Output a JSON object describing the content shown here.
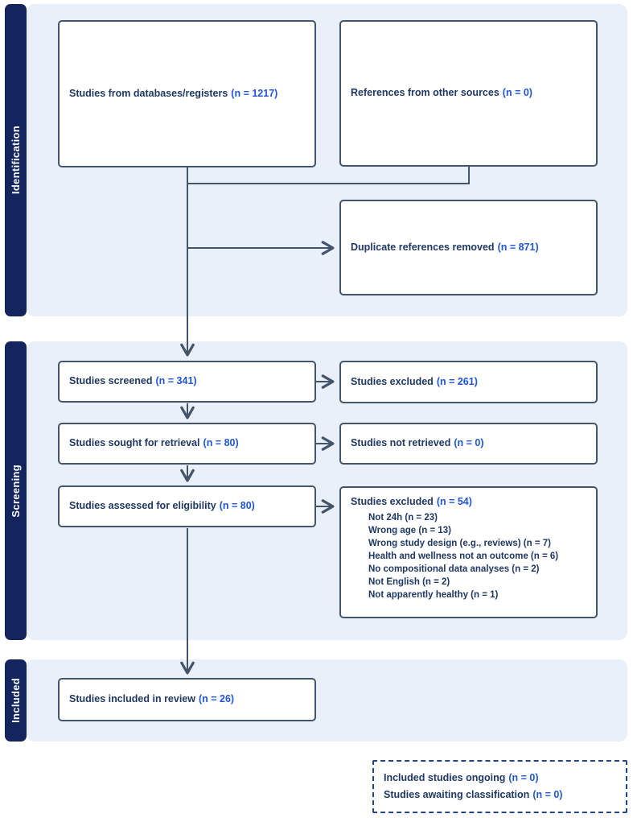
{
  "sections": [
    {
      "label": "Identification"
    },
    {
      "label": "Screening"
    },
    {
      "label": "Included"
    }
  ],
  "boxes": {
    "databases": {
      "label": "Studies from databases/registers",
      "value": "(n = 1217)"
    },
    "other_sources": {
      "label": "References from other sources",
      "value": "(n = 0)"
    },
    "duplicates": {
      "label": "Duplicate references removed",
      "value": "(n = 871)"
    },
    "screened": {
      "label": "Studies screened",
      "value": "(n = 341)"
    },
    "excluded_screened": {
      "label": "Studies excluded",
      "value": "(n = 261)"
    },
    "sought": {
      "label": "Studies sought for retrieval",
      "value": "(n = 80)"
    },
    "not_retrieved": {
      "label": "Studies not retrieved",
      "value": "(n = 0)"
    },
    "assessed": {
      "label": "Studies assessed for eligibility",
      "value": "(n = 80)"
    },
    "excluded_assessed": {
      "label": "Studies excluded",
      "value": "(n = 54)",
      "reasons": [
        "Not 24h (n = 23)",
        "Wrong age (n = 13)",
        "Wrong study design (e.g., reviews) (n = 7)",
        "Health and wellness not an outcome (n = 6)",
        "No compositional data analyses (n = 2)",
        "Not English (n = 2)",
        "Not apparently healthy (n = 1)"
      ]
    },
    "included_review": {
      "label": "Studies included in review",
      "value": "(n = 26)"
    },
    "ongoing": {
      "label": "Included studies ongoing",
      "value": "(n = 0)"
    },
    "awaiting": {
      "label": "Studies awaiting classification",
      "value": "(n = 0)"
    }
  },
  "colors": {
    "band_bg": "#E9F0FA",
    "sidebar_bg": "#13255C",
    "box_border": "#44546A",
    "text": "#1F3864",
    "count_value": "#2155D4",
    "connector": "#44546A",
    "dashed_border": "#26447F"
  }
}
